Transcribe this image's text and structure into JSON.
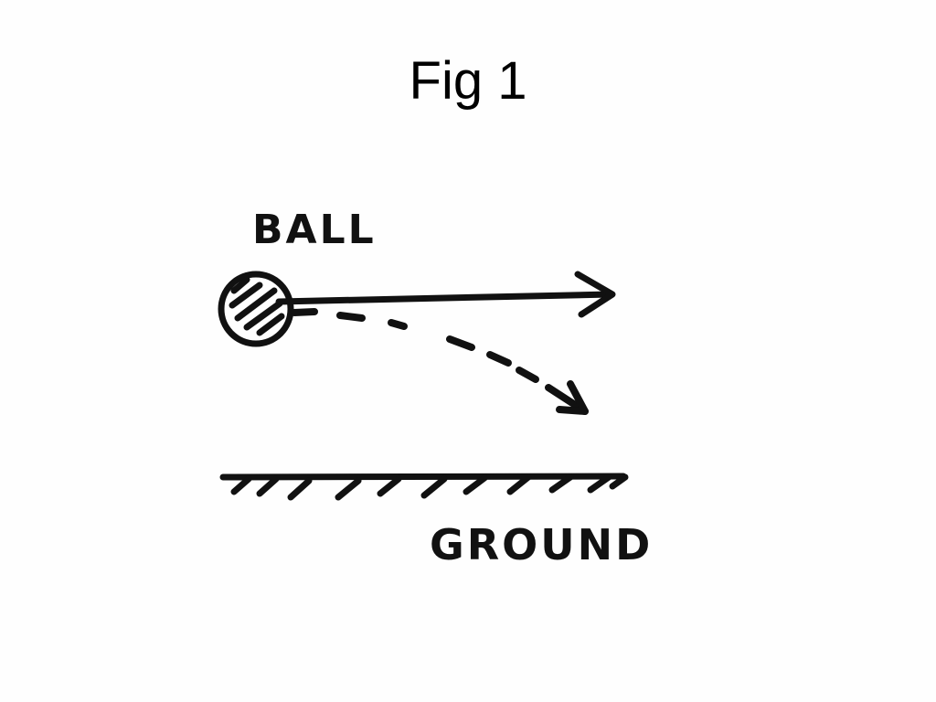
{
  "title": "Fig 1",
  "labels": {
    "ball": "BALL",
    "ground": "GROUND"
  },
  "colors": {
    "ink": "#111111",
    "background": "#fefefe"
  }
}
